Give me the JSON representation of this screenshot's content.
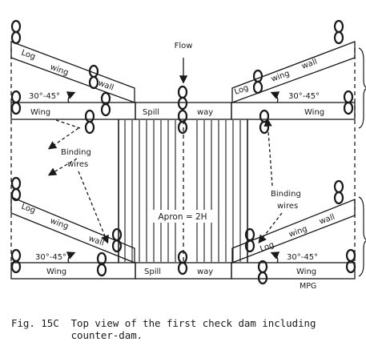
{
  "diagram": {
    "flow_label": "Flow",
    "wing_label": "Wing",
    "angle_label": "30°-45°",
    "log_label": "Log",
    "wing_word": "wing",
    "wall_word": "wall",
    "spill_label": "Spill",
    "way_label": "way",
    "binding_label": "Binding",
    "wires_label": "wires",
    "apron_label": "Apron = 2H",
    "author_mark": "MPG"
  },
  "caption": {
    "line1": "Fig. 15C  Top view of the first check dam including",
    "line2": "          counter-dam."
  }
}
